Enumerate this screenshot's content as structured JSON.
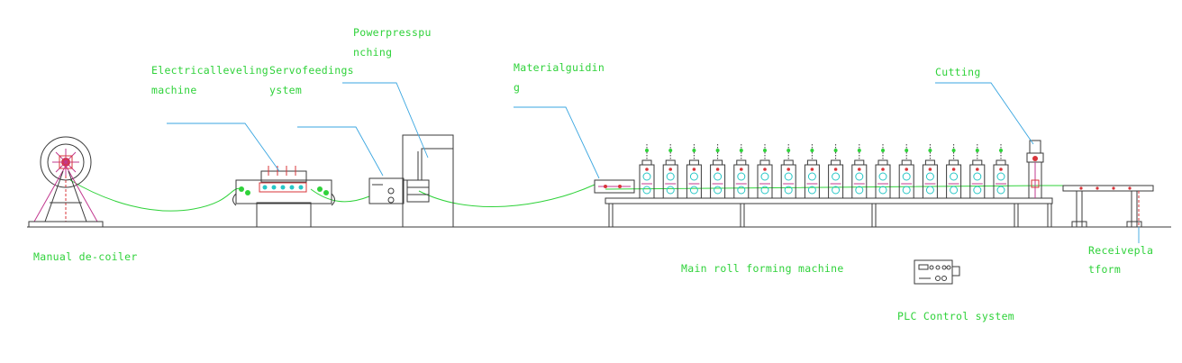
{
  "diagram": {
    "labels": {
      "decoiler": "Manual de-coiler",
      "leveling_1": "Electricalleveling",
      "leveling_2": "machine",
      "servo_1": "Servofeedings",
      "servo_2": "ystem",
      "press_1": "Powerpresspu",
      "press_2": "nching",
      "guiding_1": "Materialguidin",
      "guiding_2": "g",
      "roll_forming": "Main roll forming machine",
      "cutting": "Cutting",
      "plc": "PLC Control system",
      "receive_1": "Receivepla",
      "receive_2": "tform"
    },
    "colors": {
      "label": "#2fd23a",
      "leader": "#3aa6e0",
      "outline": "#3a3a3a",
      "accent_red": "#d8343a",
      "accent_magenta": "#c2388f"
    },
    "roll_stations": 16
  }
}
